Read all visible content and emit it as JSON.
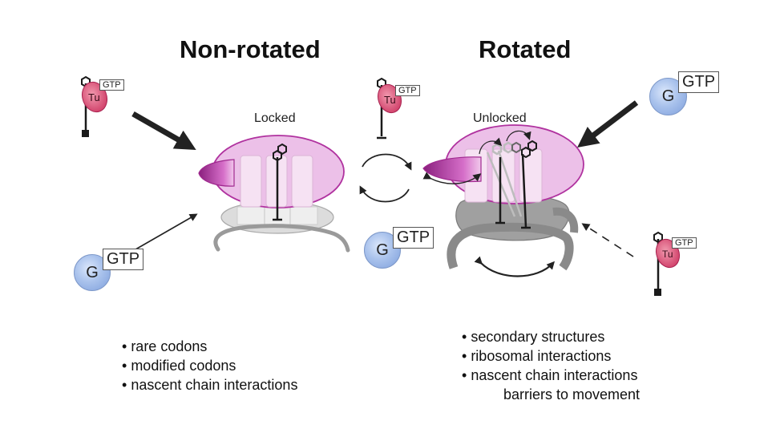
{
  "titles": {
    "left": "Non-rotated",
    "right": "Rotated"
  },
  "states": {
    "left": "Locked",
    "right": "Unlocked"
  },
  "factors": {
    "gtp": "GTP",
    "g": "G",
    "tu": "Tu"
  },
  "bullets_left": [
    "rare codons",
    "modified codons",
    "nascent chain interactions"
  ],
  "bullets_right": [
    "secondary structures",
    "ribosomal interactions",
    "nascent chain interactions"
  ],
  "bullets_right_continuation": "barriers to movement",
  "colors": {
    "ribosome_large": "#e9b8e3",
    "ribosome_large_edge": "#b0329f",
    "ribosome_small": "#d9d9d9",
    "ribosome_small_rotated": "#8f8f8f",
    "trna": "#222222",
    "tu": "#d9466f",
    "g_factor": "#9fb8e6",
    "arrow": "#222222"
  }
}
